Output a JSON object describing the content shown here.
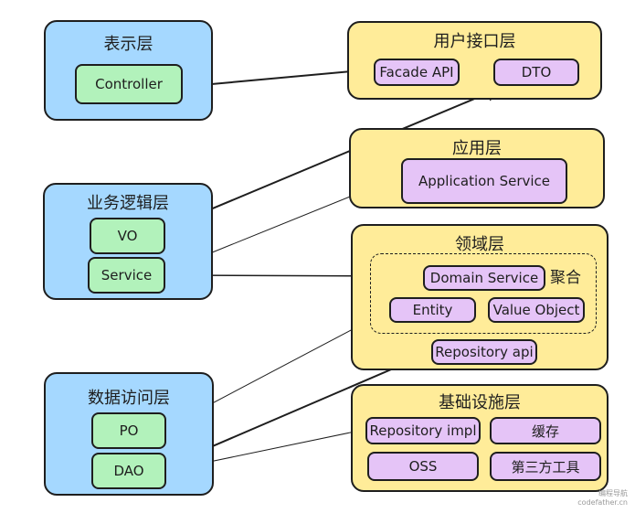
{
  "presentation": {
    "title": "表示层",
    "controller": "Controller"
  },
  "business": {
    "title": "业务逻辑层",
    "vo": "VO",
    "service": "Service"
  },
  "data_access": {
    "title": "数据访问层",
    "po": "PO",
    "dao": "DAO"
  },
  "user_interface": {
    "title": "用户接口层",
    "facade": "Facade API",
    "dto": "DTO"
  },
  "application": {
    "title": "应用层",
    "app_service": "Application Service"
  },
  "domain": {
    "title": "领域层",
    "aggregate_label": "聚合",
    "domain_service": "Domain Service",
    "entity": "Entity",
    "value_object": "Value Object",
    "repository_api": "Repository api"
  },
  "infrastructure": {
    "title": "基础设施层",
    "repository_impl": "Repository impl",
    "cache": "缓存",
    "oss": "OSS",
    "third_party": "第三方工具"
  },
  "watermark": {
    "line1": "编程导航",
    "line2": "codefather.cn"
  },
  "colors": {
    "left_layer": "#a5d8ff",
    "right_layer": "#ffec99",
    "left_node": "#b2f2bb",
    "right_node": "#e5c4f7",
    "stroke": "#1e1e1e"
  }
}
